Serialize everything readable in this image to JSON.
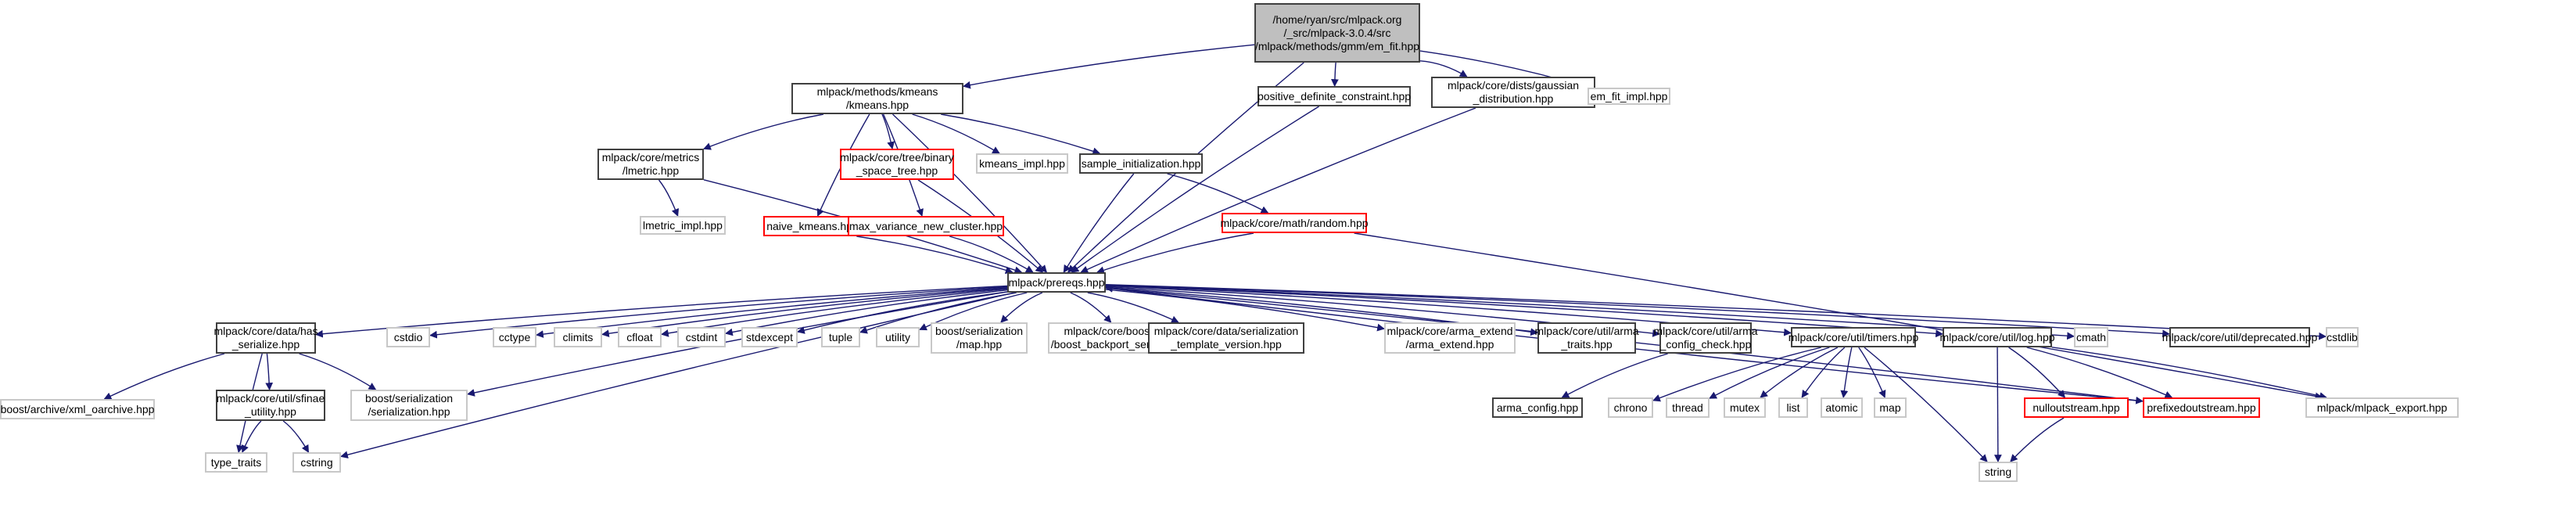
{
  "diagram": {
    "type": "include-dependency-graph",
    "edge_color": "#191970",
    "node_styles": {
      "root": {
        "fill": "#bfbfbf",
        "border": "#404040"
      },
      "documented": {
        "fill": "#ffffff",
        "border": "#404040"
      },
      "undocumented": {
        "fill": "#ffffff",
        "border": "#ff0000"
      },
      "external": {
        "fill": "#ffffff",
        "border": "#c8c8c8"
      }
    },
    "nodes": [
      {
        "id": "root",
        "label": "/home/ryan/src/mlpack.org\n/_src/mlpack-3.0.4/src\n/mlpack/methods/gmm/em_fit.hpp",
        "style": "root"
      },
      {
        "id": "kmeans",
        "label": "mlpack/methods/kmeans\n/kmeans.hpp",
        "style": "documented"
      },
      {
        "id": "pdc",
        "label": "positive_definite_constraint.hpp",
        "style": "documented"
      },
      {
        "id": "gauss",
        "label": "mlpack/core/dists/gaussian\n_distribution.hpp",
        "style": "documented"
      },
      {
        "id": "emfitimpl",
        "label": "em_fit_impl.hpp",
        "style": "external"
      },
      {
        "id": "lmetric",
        "label": "mlpack/core/metrics\n/lmetric.hpp",
        "style": "documented"
      },
      {
        "id": "bst",
        "label": "mlpack/core/tree/binary\n_space_tree.hpp",
        "style": "undocumented"
      },
      {
        "id": "kmeansimpl",
        "label": "kmeans_impl.hpp",
        "style": "external"
      },
      {
        "id": "sampleinit",
        "label": "sample_initialization.hpp",
        "style": "documented"
      },
      {
        "id": "lmetricimpl",
        "label": "lmetric_impl.hpp",
        "style": "external"
      },
      {
        "id": "naive",
        "label": "naive_kmeans.hpp",
        "style": "undocumented"
      },
      {
        "id": "maxvar",
        "label": "max_variance_new_cluster.hpp",
        "style": "undocumented"
      },
      {
        "id": "random",
        "label": "mlpack/core/math/random.hpp",
        "style": "undocumented"
      },
      {
        "id": "prereqs",
        "label": "mlpack/prereqs.hpp",
        "style": "documented"
      },
      {
        "id": "hasser",
        "label": "mlpack/core/data/has\n_serialize.hpp",
        "style": "documented"
      },
      {
        "id": "cstdio",
        "label": "cstdio",
        "style": "external"
      },
      {
        "id": "cctype",
        "label": "cctype",
        "style": "external"
      },
      {
        "id": "climits",
        "label": "climits",
        "style": "external"
      },
      {
        "id": "cfloat",
        "label": "cfloat",
        "style": "external"
      },
      {
        "id": "cstdint",
        "label": "cstdint",
        "style": "external"
      },
      {
        "id": "stdexcept",
        "label": "stdexcept",
        "style": "external"
      },
      {
        "id": "tuple",
        "label": "tuple",
        "style": "external"
      },
      {
        "id": "utility",
        "label": "utility",
        "style": "external"
      },
      {
        "id": "bmap",
        "label": "boost/serialization\n/map.hpp",
        "style": "external"
      },
      {
        "id": "bbs",
        "label": "mlpack/core/boost_backport\n/boost_backport_serialization.hpp",
        "style": "external"
      },
      {
        "id": "stv",
        "label": "mlpack/core/data/serialization\n_template_version.hpp",
        "style": "documented"
      },
      {
        "id": "armaext",
        "label": "mlpack/core/arma_extend\n/arma_extend.hpp",
        "style": "external"
      },
      {
        "id": "armatraits",
        "label": "mlpack/core/util/arma\n_traits.hpp",
        "style": "documented"
      },
      {
        "id": "armacc",
        "label": "mlpack/core/util/arma\n_config_check.hpp",
        "style": "documented"
      },
      {
        "id": "timers",
        "label": "mlpack/core/util/timers.hpp",
        "style": "documented"
      },
      {
        "id": "log",
        "label": "mlpack/core/util/log.hpp",
        "style": "documented"
      },
      {
        "id": "cmath",
        "label": "cmath",
        "style": "external"
      },
      {
        "id": "deprecated",
        "label": "mlpack/core/util/deprecated.hpp",
        "style": "documented"
      },
      {
        "id": "cstdlib",
        "label": "cstdlib",
        "style": "external"
      },
      {
        "id": "xmlo",
        "label": "boost/archive/xml_oarchive.hpp",
        "style": "external"
      },
      {
        "id": "sfinae",
        "label": "mlpack/core/util/sfinae\n_utility.hpp",
        "style": "documented"
      },
      {
        "id": "bser",
        "label": "boost/serialization\n/serialization.hpp",
        "style": "external"
      },
      {
        "id": "typetraits",
        "label": "type_traits",
        "style": "external"
      },
      {
        "id": "cstring",
        "label": "cstring",
        "style": "external"
      },
      {
        "id": "armaconfig",
        "label": "arma_config.hpp",
        "style": "documented"
      },
      {
        "id": "chrono",
        "label": "chrono",
        "style": "external"
      },
      {
        "id": "thread",
        "label": "thread",
        "style": "external"
      },
      {
        "id": "mutex",
        "label": "mutex",
        "style": "external"
      },
      {
        "id": "list",
        "label": "list",
        "style": "external"
      },
      {
        "id": "atomic",
        "label": "atomic",
        "style": "external"
      },
      {
        "id": "map",
        "label": "map",
        "style": "external"
      },
      {
        "id": "string",
        "label": "string",
        "style": "external"
      },
      {
        "id": "nullout",
        "label": "nulloutstream.hpp",
        "style": "undocumented"
      },
      {
        "id": "prefixed",
        "label": "prefixedoutstream.hpp",
        "style": "undocumented"
      },
      {
        "id": "export",
        "label": "mlpack/mlpack_export.hpp",
        "style": "external"
      }
    ],
    "edges": [
      [
        "root",
        "kmeans"
      ],
      [
        "root",
        "pdc"
      ],
      [
        "root",
        "gauss"
      ],
      [
        "root",
        "emfitimpl"
      ],
      [
        "root",
        "prereqs"
      ],
      [
        "kmeans",
        "lmetric"
      ],
      [
        "kmeans",
        "bst"
      ],
      [
        "kmeans",
        "kmeansimpl"
      ],
      [
        "kmeans",
        "sampleinit"
      ],
      [
        "kmeans",
        "naive"
      ],
      [
        "kmeans",
        "maxvar"
      ],
      [
        "kmeans",
        "prereqs"
      ],
      [
        "lmetric",
        "lmetricimpl"
      ],
      [
        "lmetric",
        "prereqs"
      ],
      [
        "bst",
        "prereqs"
      ],
      [
        "sampleinit",
        "random"
      ],
      [
        "sampleinit",
        "prereqs"
      ],
      [
        "naive",
        "prereqs"
      ],
      [
        "maxvar",
        "prereqs"
      ],
      [
        "random",
        "prereqs"
      ],
      [
        "random",
        "export"
      ],
      [
        "pdc",
        "prereqs"
      ],
      [
        "gauss",
        "prereqs"
      ],
      [
        "prereqs",
        "hasser"
      ],
      [
        "prereqs",
        "cstdio"
      ],
      [
        "prereqs",
        "cctype"
      ],
      [
        "prereqs",
        "climits"
      ],
      [
        "prereqs",
        "cfloat"
      ],
      [
        "prereqs",
        "cstdint"
      ],
      [
        "prereqs",
        "stdexcept"
      ],
      [
        "prereqs",
        "tuple"
      ],
      [
        "prereqs",
        "utility"
      ],
      [
        "prereqs",
        "bmap"
      ],
      [
        "prereqs",
        "bbs"
      ],
      [
        "prereqs",
        "stv"
      ],
      [
        "prereqs",
        "armaext"
      ],
      [
        "prereqs",
        "armatraits"
      ],
      [
        "prereqs",
        "armacc"
      ],
      [
        "prereqs",
        "timers"
      ],
      [
        "prereqs",
        "log"
      ],
      [
        "prereqs",
        "cmath"
      ],
      [
        "prereqs",
        "deprecated"
      ],
      [
        "prereqs",
        "cstdlib"
      ],
      [
        "prereqs",
        "bser"
      ],
      [
        "prereqs",
        "cstring"
      ],
      [
        "prereqs",
        "prefixed"
      ],
      [
        "hasser",
        "xmlo"
      ],
      [
        "hasser",
        "sfinae"
      ],
      [
        "hasser",
        "bser"
      ],
      [
        "hasser",
        "typetraits"
      ],
      [
        "sfinae",
        "typetraits"
      ],
      [
        "sfinae",
        "cstring"
      ],
      [
        "armacc",
        "armaconfig"
      ],
      [
        "timers",
        "chrono"
      ],
      [
        "timers",
        "thread"
      ],
      [
        "timers",
        "mutex"
      ],
      [
        "timers",
        "list"
      ],
      [
        "timers",
        "atomic"
      ],
      [
        "timers",
        "map"
      ],
      [
        "timers",
        "string"
      ],
      [
        "log",
        "string"
      ],
      [
        "log",
        "nullout"
      ],
      [
        "log",
        "prefixed"
      ],
      [
        "log",
        "export"
      ],
      [
        "nullout",
        "string"
      ],
      [
        "prefixed",
        "prereqs"
      ]
    ]
  }
}
